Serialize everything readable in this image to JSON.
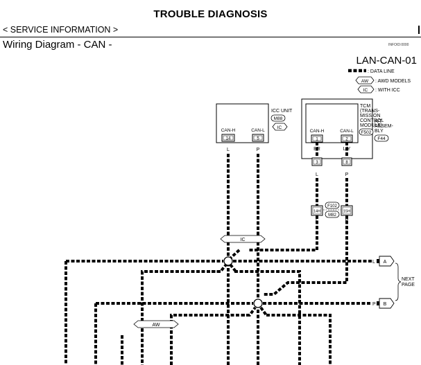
{
  "header": {
    "title": "TROUBLE DIAGNOSIS",
    "section": "< SERVICE INFORMATION >",
    "subtitle": "Wiring Diagram - CAN -",
    "info_id": "INFOID:0000"
  },
  "diagram": {
    "id": "LAN-CAN-01",
    "legend": [
      {
        "symbol": "data-line",
        "label": ": DATA LINE"
      },
      {
        "symbol": "AW",
        "label": ": AWD MODELS"
      },
      {
        "symbol": "IC",
        "label": ": WITH ICC"
      }
    ],
    "icc_unit": {
      "name": "ICC UNIT",
      "connector": "M88",
      "model_tag": "IC",
      "pins": [
        {
          "label": "CAN-H",
          "number": "14",
          "wire_color": "L"
        },
        {
          "label": "CAN-L",
          "number": "5",
          "wire_color": "P"
        }
      ]
    },
    "tcm": {
      "name_lines": [
        "TCM",
        "(TRANS-",
        "MISSION",
        "CONTROL",
        "MODULE)"
      ],
      "connector": "F502",
      "pins": [
        {
          "label": "CAN-H",
          "number": "1",
          "wire_color": "BR",
          "outer_number": "3",
          "outer_color": "L"
        },
        {
          "label": "CAN-L",
          "number": "2",
          "wire_color": "L/Y",
          "outer_number": "8",
          "outer_color": "P"
        }
      ]
    },
    "at_assembly": {
      "name_lines": [
        "A/T",
        "ASSEM-",
        "BLY"
      ],
      "connector": "F44"
    },
    "joint": {
      "connectors": [
        "F102",
        "M82"
      ],
      "pins": [
        {
          "number": "14H",
          "wire_color": "L"
        },
        {
          "number": "15H",
          "wire_color": "P"
        }
      ]
    },
    "tags": {
      "ic": "IC",
      "aw": "AW"
    },
    "next_page": {
      "label_lines": [
        "NEXT",
        "PAGE"
      ],
      "outputs": [
        {
          "wire_color": "L",
          "id": "A"
        },
        {
          "wire_color": "P",
          "id": "B"
        }
      ]
    }
  }
}
